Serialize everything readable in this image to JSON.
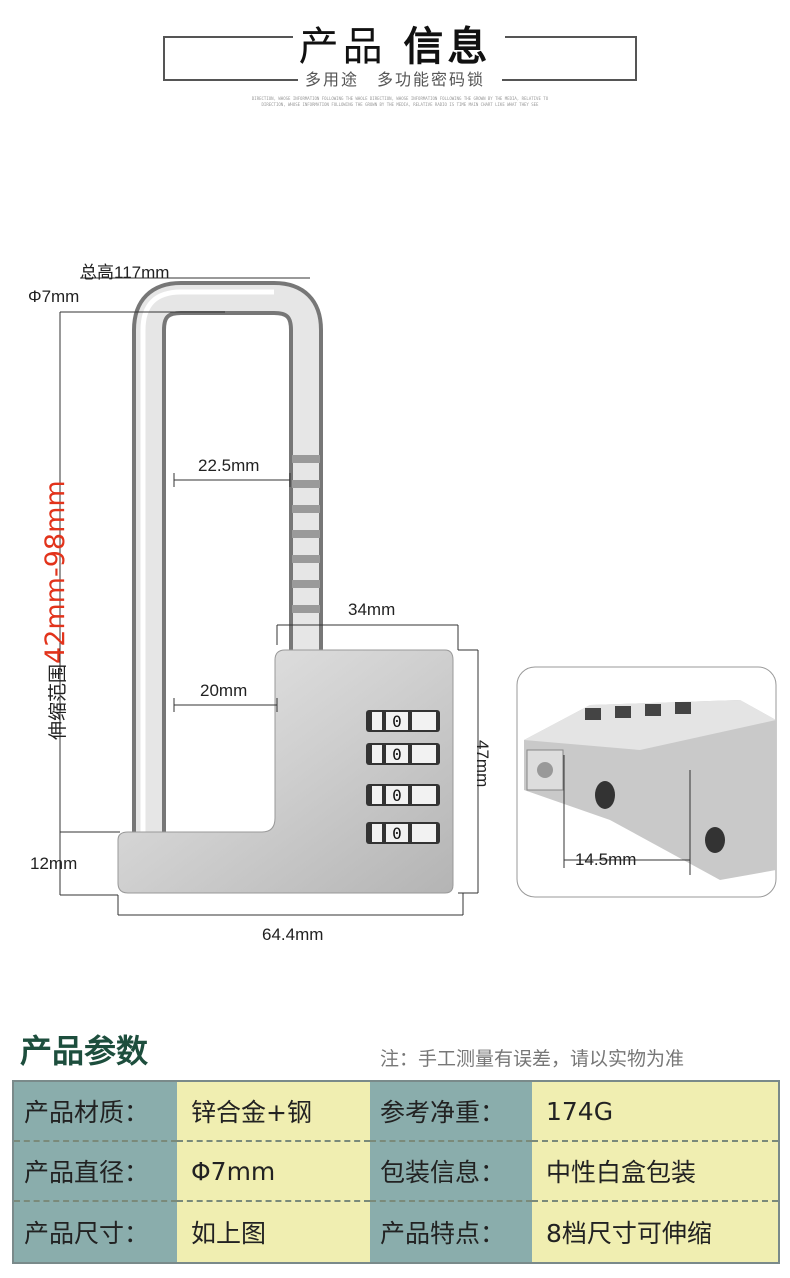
{
  "header": {
    "title_light": "产品",
    "title_bold": "信息",
    "subtitle": "多用途　多功能密码锁",
    "fine_print": "DIRECTION, WHOSE INFORMATION FOLLOWING THE WHOLE DIRECTION, WHOSE INFORMATION FOLLOWING THE GROWN BY THE MEDIA, RELATIVE TO DIRECTION, WHOSE INFORMATION FOLLOWING THE GROWN BY THE MEDIA, RELATIVE RADIO IS TIME MAIN CHART LIKE WHAT THEY SEE"
  },
  "dimensions": {
    "total_height": "总高117mm",
    "diameter": "Φ7mm",
    "range_label": "伸缩范围",
    "range_value": "42mm-98mm",
    "inner_width_top": "22.5mm",
    "inner_width_bottom": "20mm",
    "body_width": "34mm",
    "body_height": "47mm",
    "base_height": "12mm",
    "total_width": "64.4mm",
    "hole_spacing": "14.5mm"
  },
  "colors": {
    "range_red": "#e2331b",
    "title_green": "#1d4e3d",
    "key_bg": "#8aadac",
    "value_bg": "#f0eeb1"
  },
  "params": {
    "title": "产品参数",
    "note": "注：手工测量有误差，请以实物为准",
    "rows": [
      {
        "k1": "产品材质：",
        "v1": "锌合金+钢",
        "k2": "参考净重：",
        "v2": "174G"
      },
      {
        "k1": "产品直径：",
        "v1": "Φ7mm",
        "k2": "包装信息：",
        "v2": "中性白盒包装"
      },
      {
        "k1": "产品尺寸：",
        "v1": "如上图",
        "k2": "产品特点：",
        "v2": "8档尺寸可伸缩"
      }
    ]
  },
  "dial_digit": "0"
}
